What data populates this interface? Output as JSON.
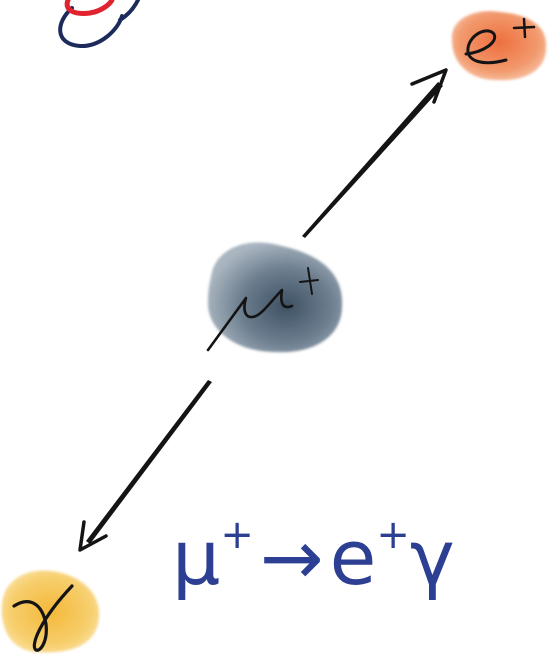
{
  "diagram": {
    "parent_particle": {
      "symbol": "μ",
      "charge": "+"
    },
    "product_electron": {
      "symbol": "e",
      "charge": "+"
    },
    "product_photon": {
      "symbol": "γ"
    },
    "equation": {
      "parent": "μ",
      "parent_charge": "+",
      "arrow": "→",
      "product_1": "e",
      "product_1_charge": "+",
      "product_2": "γ"
    }
  },
  "colors": {
    "muon_blob": "#5c6f82",
    "positron_blob": "#ee7c4e",
    "photon_blob": "#f5c24e",
    "equation_text": "#2c3f93",
    "ink": "#141414",
    "logo_red": "#e0232e",
    "logo_navy": "#1c2a5c"
  }
}
